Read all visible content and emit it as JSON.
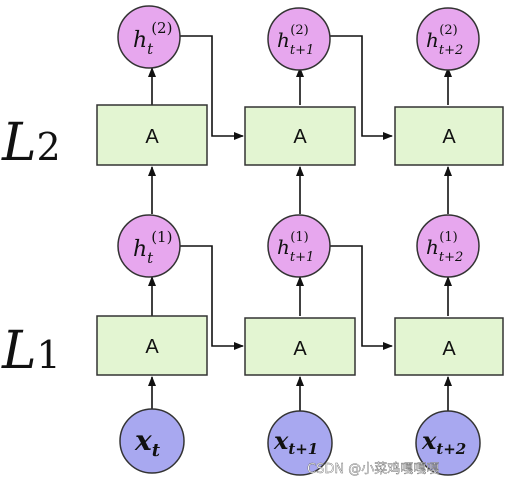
{
  "layers": [
    {
      "id": "L1",
      "main": "L",
      "sub": "1"
    },
    {
      "id": "L2",
      "main": "L",
      "sub": "2"
    }
  ],
  "cell_label": "A",
  "hidden_states": {
    "layer1": [
      {
        "base": "h",
        "sub": "t",
        "sup": "(1)"
      },
      {
        "base": "h",
        "sub": "t+1",
        "sup": "(1)"
      },
      {
        "base": "h",
        "sub": "t+2",
        "sup": "(1)"
      }
    ],
    "layer2": [
      {
        "base": "h",
        "sub": "t",
        "sup": "(2)"
      },
      {
        "base": "h",
        "sub": "t+1",
        "sup": "(2)"
      },
      {
        "base": "h",
        "sub": "t+2",
        "sup": "(2)"
      }
    ]
  },
  "inputs": [
    {
      "base": "x",
      "sub": "t"
    },
    {
      "base": "x",
      "sub": "t+1"
    },
    {
      "base": "x",
      "sub": "t+2"
    }
  ],
  "watermark": "CSDN @小菜鸡嘎嘎嘎",
  "colors": {
    "cell_fill": "#e3f5d2",
    "cell_stroke": "#333333",
    "hidden_fill": "#e7a7ee",
    "input_fill": "#a8a8f0",
    "arrow": "#111111"
  }
}
